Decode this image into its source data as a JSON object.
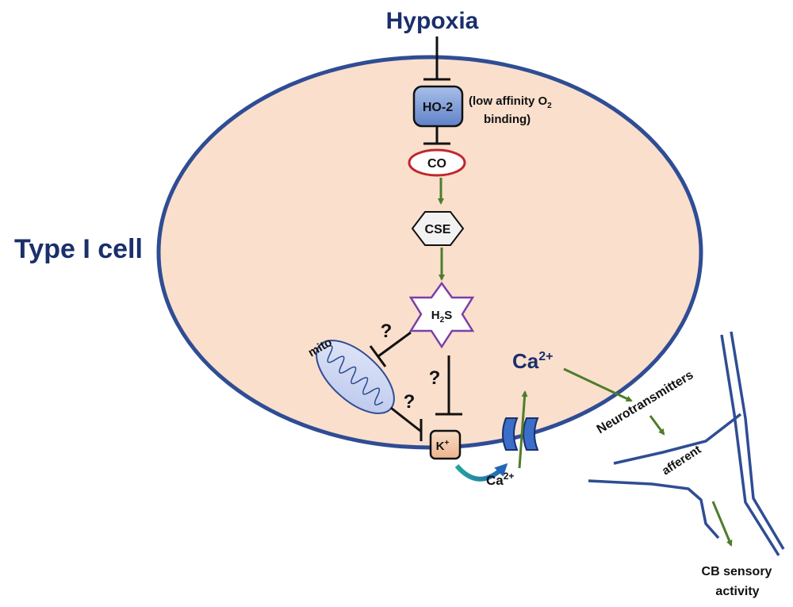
{
  "labels": {
    "hypoxia": "Hypoxia",
    "type_i_cell": "Type I cell",
    "ho2": "HO-2",
    "ho2_note_line1_pre": "(low affinity O",
    "ho2_note_line1_sub": "2",
    "ho2_note_line2": "binding)",
    "co": "CO",
    "cse": "CSE",
    "h2s_pre": "H",
    "h2s_sub": "2",
    "h2s_post": "S",
    "mito": "mito",
    "question_1": "?",
    "question_2": "?",
    "question_3": "?",
    "k_pre": "K",
    "k_sup": "+",
    "ca_big_pre": "Ca",
    "ca_big_sup": "2+",
    "ca_small_pre": "Ca",
    "ca_small_sup": "2+",
    "neurotransmitters": "Neurotransmitters",
    "afferent": "afferent",
    "cb_line1": "CB sensory",
    "cb_line2": "activity"
  },
  "colors": {
    "cell_fill": "#fadfcd",
    "cell_border": "#2f4d94",
    "title_text": "#1a2f6b",
    "arrow_green": "#4e7d2a",
    "inhibit_line": "#111111",
    "co_border": "#c0262b",
    "h2s_border": "#7a3fa8",
    "ho2_fill": "#7c9ad6",
    "channel_blue": "#3a6ec8",
    "nerve_blue": "#2f4d94",
    "k_fill": "#f3c6a6"
  }
}
